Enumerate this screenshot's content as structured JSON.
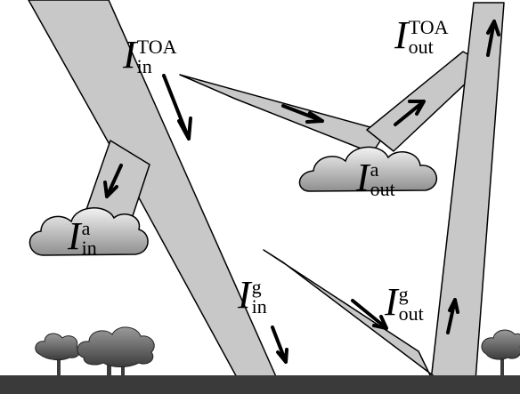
{
  "labels": {
    "in_toa": {
      "symbol": "I",
      "sup": "TOA",
      "sub": "in"
    },
    "out_toa": {
      "symbol": "I",
      "sup": "TOA",
      "sub": "out"
    },
    "out_a": {
      "symbol": "I",
      "sup": "a",
      "sub": "out"
    },
    "in_a": {
      "symbol": "I",
      "sup": "a",
      "sub": "in"
    },
    "in_g": {
      "symbol": "I",
      "sup": "g",
      "sub": "in"
    },
    "out_g": {
      "symbol": "I",
      "sup": "g",
      "sub": "out"
    }
  },
  "colors": {
    "beam": "#c8c8c8",
    "beam_edge": "#000000",
    "cloud_top": "#f2f2f2",
    "cloud_bottom": "#8f8f8f",
    "ground": "#3a3a3a",
    "tree_top": "#9a9a9a",
    "tree_bottom": "#3c3c3c",
    "arrow": "#000000",
    "background": "#ffffff"
  },
  "icons": [
    "cloud-icon",
    "tree-icon",
    "arrow-icon"
  ]
}
